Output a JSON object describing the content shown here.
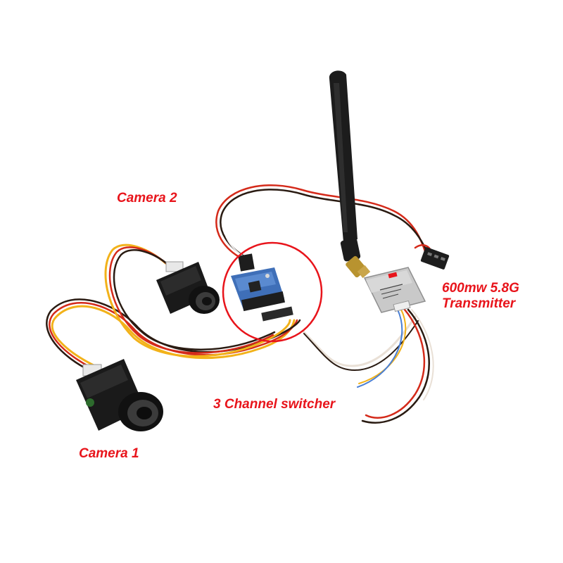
{
  "labels": {
    "camera2": "Camera 2",
    "camera1": "Camera 1",
    "switcher": "3 Channel switcher",
    "transmitter_line1": "600mw 5.8G",
    "transmitter_line2": "Transmitter"
  },
  "colors": {
    "callout_text": "#e8141b",
    "highlight_circle": "#e8141b",
    "background": "#ffffff",
    "camera_body": "#1a1a1a",
    "switcher_board": "#3f6fb8",
    "transmitter_case": "#c9c9c9",
    "antenna": "#1c1c1c",
    "antenna_connector": "#b8932f"
  },
  "objects": [
    "camera-2",
    "camera-1",
    "channel-switcher",
    "video-transmitter",
    "antenna",
    "connector-plug",
    "cable-harness"
  ]
}
